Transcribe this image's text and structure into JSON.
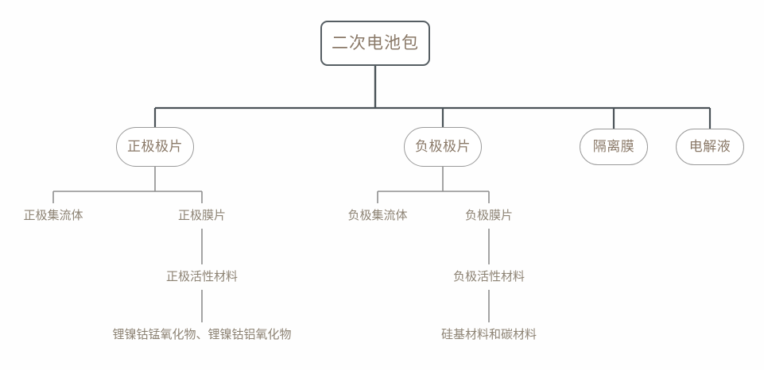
{
  "diagram": {
    "type": "tree",
    "title_node": "二次电池包",
    "colors": {
      "root_border": "#565e63",
      "pill_border": "#9a9a9a",
      "node_text": "#8a7968",
      "leaf_text": "#8d8374",
      "connector_dark": "#4b5358",
      "connector_light": "#9a9a9a",
      "background": "#fefefe"
    },
    "root": {
      "label": "二次电池包",
      "shape": "rounded-rectangle"
    },
    "level2": [
      {
        "label": "正极极片",
        "shape": "pill"
      },
      {
        "label": "负极极片",
        "shape": "pill"
      },
      {
        "label": "隔离膜",
        "shape": "pill"
      },
      {
        "label": "电解液",
        "shape": "pill"
      }
    ],
    "level3": [
      {
        "label": "正极集流体",
        "parent": "正极极片"
      },
      {
        "label": "正极膜片",
        "parent": "正极极片"
      },
      {
        "label": "负极集流体",
        "parent": "负极极片"
      },
      {
        "label": "负极膜片",
        "parent": "负极极片"
      }
    ],
    "level4": [
      {
        "label": "正极活性材料",
        "parent": "正极膜片"
      },
      {
        "label": "负极活性材料",
        "parent": "负极膜片"
      }
    ],
    "level5": [
      {
        "label": "锂镍钴锰氧化物、锂镍钴铝氧化物",
        "parent": "正极活性材料"
      },
      {
        "label": "硅基材料和碳材料",
        "parent": "负极活性材料"
      }
    ]
  }
}
